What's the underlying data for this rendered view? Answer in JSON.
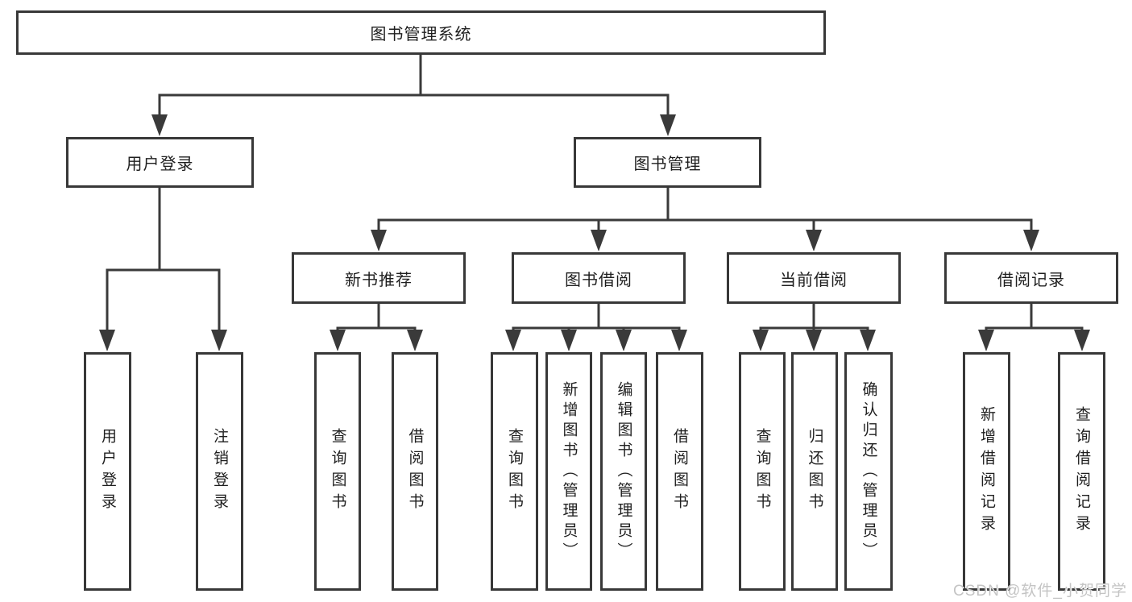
{
  "diagram": {
    "type": "hierarchy-tree",
    "title": "图书管理系统",
    "nodes": {
      "root": "图书管理系统",
      "userLogin": "用户登录",
      "bookMgmt": "图书管理",
      "newBooks": "新书推荐",
      "bookBorrow": "图书借阅",
      "currentBorrow": "当前借阅",
      "borrowRecords": "借阅记录",
      "leafUserLogin": "用户登录",
      "leafLogout": "注销登录",
      "nbQuery": "查询图书",
      "nbBorrow": "借阅图书",
      "bbQuery": "查询图书",
      "bbAdd": "新增图书（管理员）",
      "bbEdit": "编辑图书（管理员）",
      "bbBorrow": "借阅图书",
      "cbQuery": "查询图书",
      "cbReturn": "归还图书",
      "cbConfirm": "确认归还（管理员）",
      "brAdd": "新增借阅记录",
      "brQuery": "查询借阅记录"
    },
    "edges": [
      [
        "root",
        "userLogin"
      ],
      [
        "root",
        "bookMgmt"
      ],
      [
        "userLogin",
        "leafUserLogin"
      ],
      [
        "userLogin",
        "leafLogout"
      ],
      [
        "bookMgmt",
        "newBooks"
      ],
      [
        "bookMgmt",
        "bookBorrow"
      ],
      [
        "bookMgmt",
        "currentBorrow"
      ],
      [
        "bookMgmt",
        "borrowRecords"
      ],
      [
        "newBooks",
        "nbQuery"
      ],
      [
        "newBooks",
        "nbBorrow"
      ],
      [
        "bookBorrow",
        "bbQuery"
      ],
      [
        "bookBorrow",
        "bbAdd"
      ],
      [
        "bookBorrow",
        "bbEdit"
      ],
      [
        "bookBorrow",
        "bbBorrow"
      ],
      [
        "currentBorrow",
        "cbQuery"
      ],
      [
        "currentBorrow",
        "cbReturn"
      ],
      [
        "currentBorrow",
        "cbConfirm"
      ],
      [
        "borrowRecords",
        "brAdd"
      ],
      [
        "borrowRecords",
        "brQuery"
      ]
    ],
    "colors": {
      "line": "#3a3a3a",
      "border": "#383838",
      "text": "#1f1f1f",
      "background": "#ffffff",
      "watermark": "#c4c4c4"
    }
  },
  "watermark": "CSDN @软件_小贺同学"
}
